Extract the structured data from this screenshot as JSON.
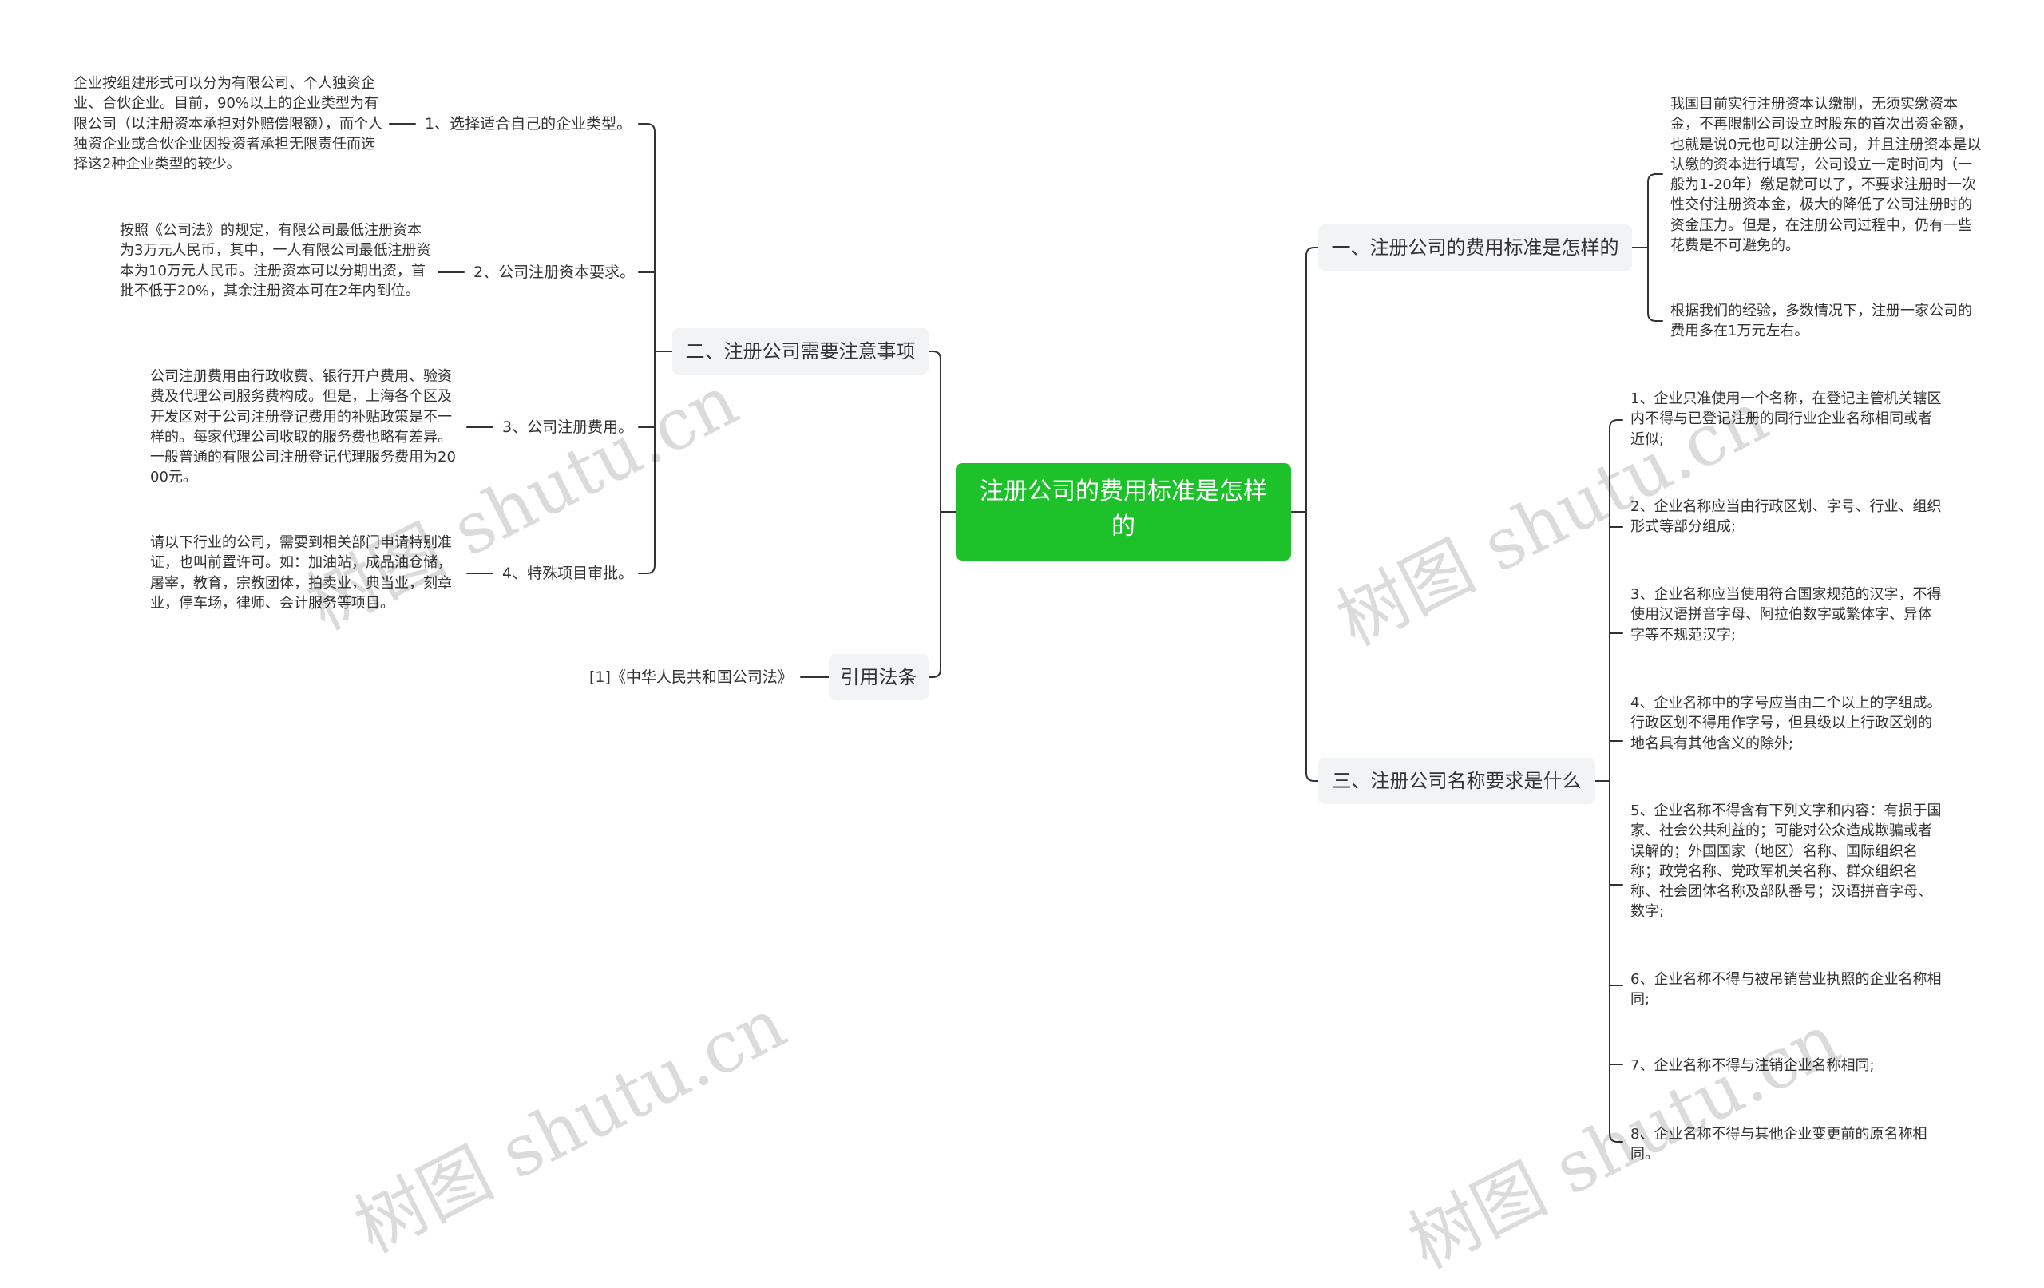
{
  "root": {
    "title": "注册公司的费用标准是怎样的"
  },
  "colors": {
    "root_bg": "#1dc12a",
    "branch_bg": "#f2f3f5",
    "line": "#333333",
    "watermark": "#dddddd"
  },
  "left": {
    "branch2": {
      "label": "二、注册公司需要注意事项",
      "items": [
        {
          "label": "1、选择适合自己的企业类型。",
          "text": "企业按组建形式可以分为有限公司、个人独资企业、合伙企业。目前，90%以上的企业类型为有限公司（以注册资本承担对外赔偿限额），而个人独资企业或合伙企业因投资者承担无限责任而选择这2种企业类型的较少。"
        },
        {
          "label": "2、公司注册资本要求。",
          "text": "按照《公司法》的规定，有限公司最低注册资本为3万元人民币，其中，一人有限公司最低注册资本为10万元人民币。注册资本可以分期出资，首批不低于20%，其余注册资本可在2年内到位。"
        },
        {
          "label": "3、公司注册费用。",
          "text": "公司注册费用由行政收费、银行开户费用、验资费及代理公司服务费构成。但是，上海各个区及开发区对于公司注册登记费用的补贴政策是不一样的。每家代理公司收取的服务费也略有差异。一般普通的有限公司注册登记代理服务费用为2000元。"
        },
        {
          "label": "4、特殊项目审批。",
          "text": "请以下行业的公司，需要到相关部门申请特别准证，也叫前置许可。如：加油站，成品油仓储，屠宰，教育，宗教团体，拍卖业，典当业，刻章业，停车场，律师、会计服务等项目。"
        }
      ]
    },
    "cite": {
      "label": "引用法条",
      "ref": "[1]《中华人民共和国公司法》"
    }
  },
  "right": {
    "branch1": {
      "label": "一、注册公司的费用标准是怎样的",
      "texts": [
        "我国目前实行注册资本认缴制，无须实缴资本金，不再限制公司设立时股东的首次出资金额，也就是说0元也可以注册公司，并且注册资本是以认缴的资本进行填写，公司设立一定时间内（一般为1-20年）缴足就可以了，不要求注册时一次性交付注册资本金，极大的降低了公司注册时的资金压力。但是，在注册公司过程中，仍有一些花费是不可避免的。",
        "根据我们的经验，多数情况下，注册一家公司的费用多在1万元左右。"
      ]
    },
    "branch3": {
      "label": "三、注册公司名称要求是什么",
      "texts": [
        "1、企业只准使用一个名称，在登记主管机关辖区内不得与已登记注册的同行业企业名称相同或者近似;",
        "2、企业名称应当由行政区划、字号、行业、组织形式等部分组成;",
        "3、企业名称应当使用符合国家规范的汉字，不得使用汉语拼音字母、阿拉伯数字或繁体字、异体字等不规范汉字;",
        "4、企业名称中的字号应当由二个以上的字组成。行政区划不得用作字号，但县级以上行政区划的地名具有其他含义的除外;",
        "5、企业名称不得含有下列文字和内容：有损于国家、社会公共利益的；可能对公众造成欺骗或者误解的；外国国家（地区）名称、国际组织名称；政党名称、党政军机关名称、群众组织名称、社会团体名称及部队番号；汉语拼音字母、数字;",
        "6、企业名称不得与被吊销营业执照的企业名称相同;",
        "7、企业名称不得与注销企业名称相同;",
        "8、企业名称不得与其他企业变更前的原名称相同。"
      ]
    }
  },
  "watermark": {
    "text": "树图 shutu.cn"
  }
}
